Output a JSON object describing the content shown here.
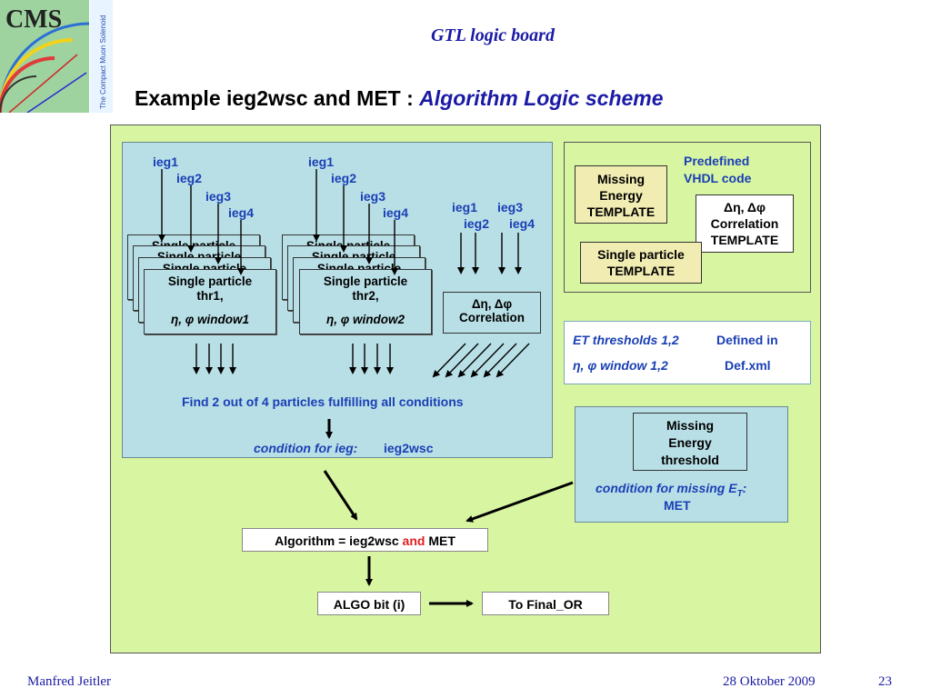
{
  "logo": {
    "text": "CMS",
    "subtitle": "The Compact Muon Solenoid"
  },
  "header": {
    "title": "GTL logic board"
  },
  "slide": {
    "title_main": "Example ieg2wsc and MET : ",
    "title_accent": "Algorithm Logic scheme"
  },
  "group1": {
    "inputs": [
      "ieg1",
      "ieg2",
      "ieg3",
      "ieg4"
    ],
    "stack_text": "Single particle",
    "card_line1": "Single particle",
    "card_line2": "thr1,",
    "card_line3": "η, φ window1"
  },
  "group2": {
    "inputs": [
      "ieg1",
      "ieg2",
      "ieg3",
      "ieg4"
    ],
    "stack_text": "Single particle",
    "card_line1": "Single particle",
    "card_line2": "thr2,",
    "card_line3": "η, φ window2"
  },
  "correlation": {
    "inputs": [
      "ieg1",
      "ieg3",
      "ieg2",
      "ieg4"
    ],
    "line1": "Δη, Δφ",
    "line2": "Correlation"
  },
  "condition_ieg": {
    "find_text": "Find 2 out of 4 particles fulfilling all conditions",
    "label": "condition for ieg:",
    "name": "ieg2wsc"
  },
  "predefined": {
    "title_line1": "Predefined",
    "title_line2": "VHDL code",
    "missing_energy_template": [
      "Missing",
      "Energy",
      "TEMPLATE"
    ],
    "correlation_template": [
      "Δη, Δφ",
      "Correlation",
      "TEMPLATE"
    ],
    "single_particle_template": [
      "Single particle",
      "TEMPLATE"
    ]
  },
  "thresholds": {
    "row1_left": "ET thresholds 1,2",
    "row1_right": "Defined in",
    "row2_left": "η, φ window 1,2",
    "row2_right": "Def.xml"
  },
  "met": {
    "box_lines": [
      "Missing",
      "Energy",
      "threshold"
    ],
    "condition_label_pre": "condition for missing E",
    "condition_label_sub": "T",
    "condition_label_post": ":",
    "name": "MET"
  },
  "algorithm": {
    "pre": "Algorithm = ieg2wsc ",
    "op": "and",
    "post": " MET"
  },
  "algo_bit": "ALGO bit (i)",
  "final_or": "To Final_OR",
  "footer": {
    "author": "Manfred Jeitler",
    "date": "28 Oktober  2009",
    "page": "23"
  },
  "colors": {
    "panel": "#d8f5a2",
    "blue_box": "#b8dfe6",
    "template": "#f1ecb2",
    "title_blue": "#1a1aa6",
    "and_red": "#e02020"
  }
}
